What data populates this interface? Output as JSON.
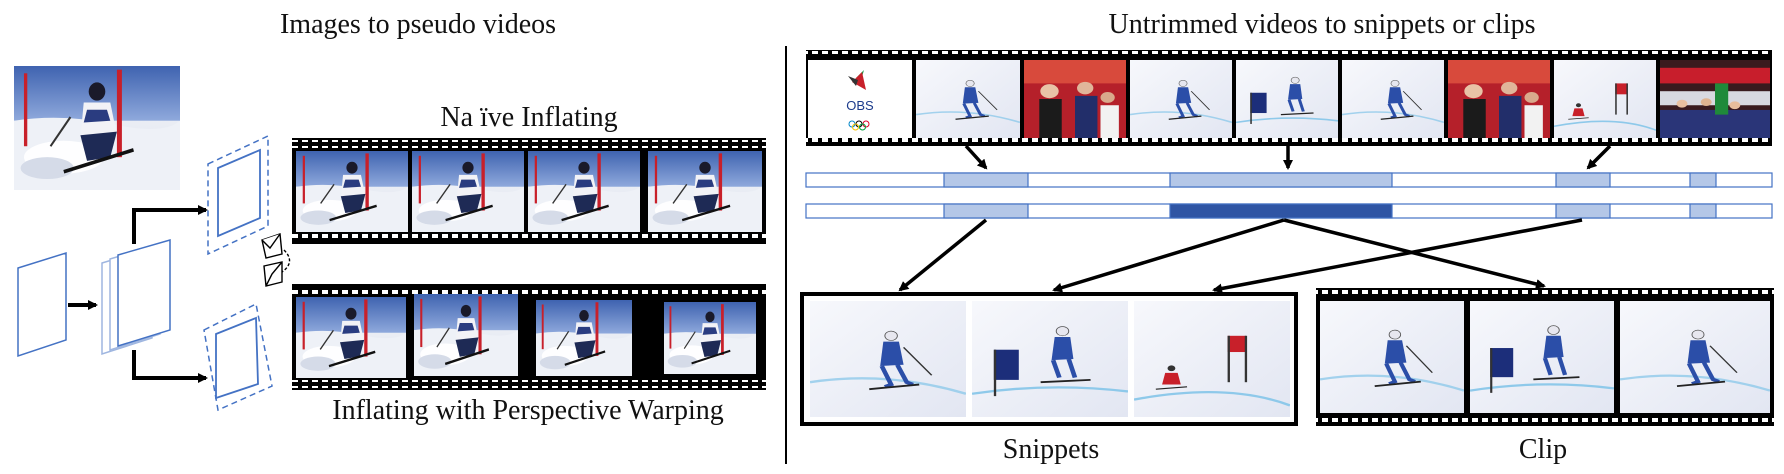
{
  "left_panel": {
    "title": "Images to pseudo videos",
    "naive_label": "Na ïve Inflating",
    "warp_label": "Inflating with Perspective Warping"
  },
  "right_panel": {
    "title": "Untrimmed videos to snippets or clips",
    "obs_logo_text": "OBS",
    "snippets_label": "Snippets",
    "clip_label": "Clip"
  },
  "colors": {
    "frame_blue": "#4472c4",
    "light_segment": "#b4c7e7",
    "dark_segment": "#2f55a4",
    "film": "#000000"
  },
  "icons": [
    "skier-photo",
    "film-strip",
    "camera-icon",
    "olympic-rings"
  ]
}
